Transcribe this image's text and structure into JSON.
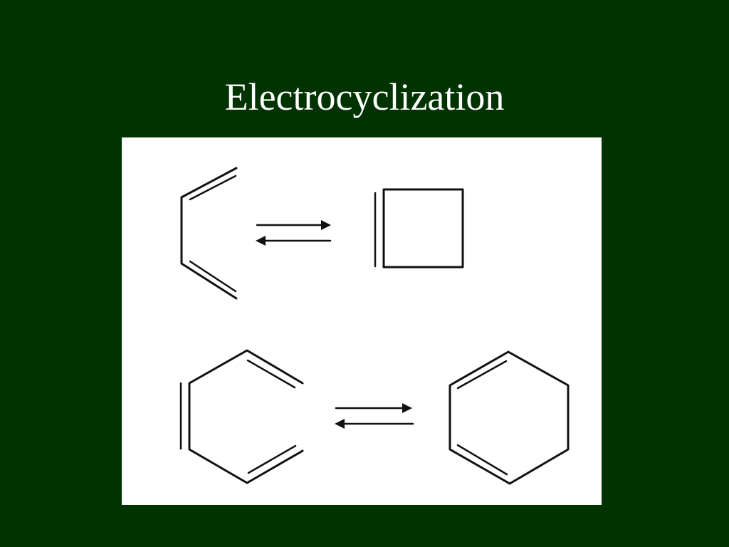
{
  "slide": {
    "title": "Electrocyclization",
    "background_color": "#003300",
    "title_color": "#ffffff"
  },
  "figure": {
    "background_color": "#ffffff",
    "line_color": "#111111",
    "reactions": [
      {
        "reactant": "butadiene (s-cis)",
        "product": "cyclobutene",
        "arrow": "equilibrium"
      },
      {
        "reactant": "hexatriene (cis)",
        "product": "cyclohexadiene",
        "arrow": "equilibrium"
      }
    ]
  }
}
